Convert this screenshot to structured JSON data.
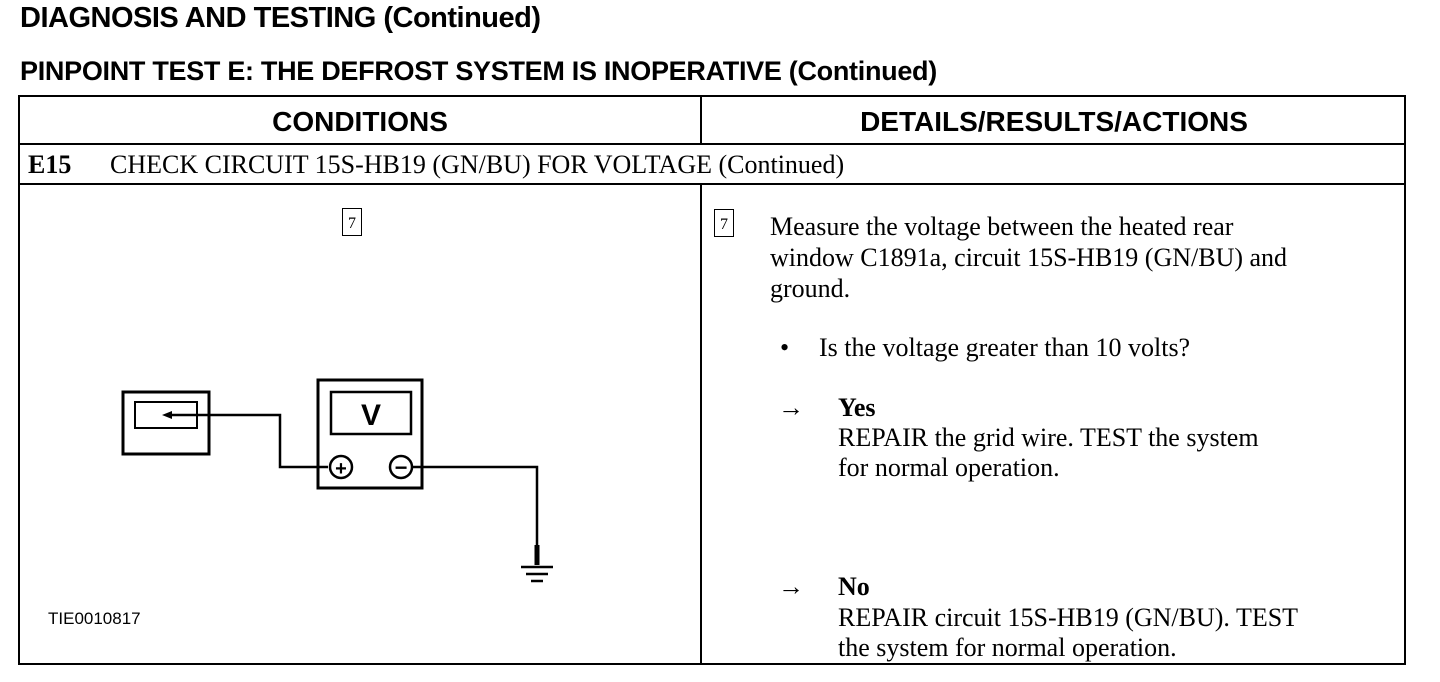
{
  "header": {
    "title": "DIAGNOSIS AND TESTING (Continued)",
    "subtitle": "PINPOINT TEST E: THE DEFROST SYSTEM IS INOPERATIVE (Continued)"
  },
  "table": {
    "col_conditions": "CONDITIONS",
    "col_details": "DETAILS/RESULTS/ACTIONS",
    "step": {
      "code": "E15",
      "title": "CHECK CIRCUIT 15S-HB19 (GN/BU) FOR VOLTAGE (Continued)"
    },
    "conditions": {
      "ref_number": "7",
      "meter_label": "V",
      "plus_symbol": "+",
      "minus_symbol": "−",
      "figure_id": "TIE0010817"
    },
    "details": {
      "ref_number": "7",
      "instruction_lines": [
        "Measure the voltage between the heated rear",
        "window C1891a, circuit 15S-HB19 (GN/BU) and",
        "ground."
      ],
      "bullet": "•",
      "question": "Is the voltage greater than 10 volts?",
      "arrow": "→",
      "yes": {
        "label": "Yes",
        "lines": [
          "REPAIR the grid wire. TEST the system",
          "for normal  operation."
        ]
      },
      "no": {
        "label": "No",
        "lines": [
          "REPAIR circuit 15S-HB19 (GN/BU). TEST",
          "the system for normal operation."
        ]
      }
    }
  }
}
